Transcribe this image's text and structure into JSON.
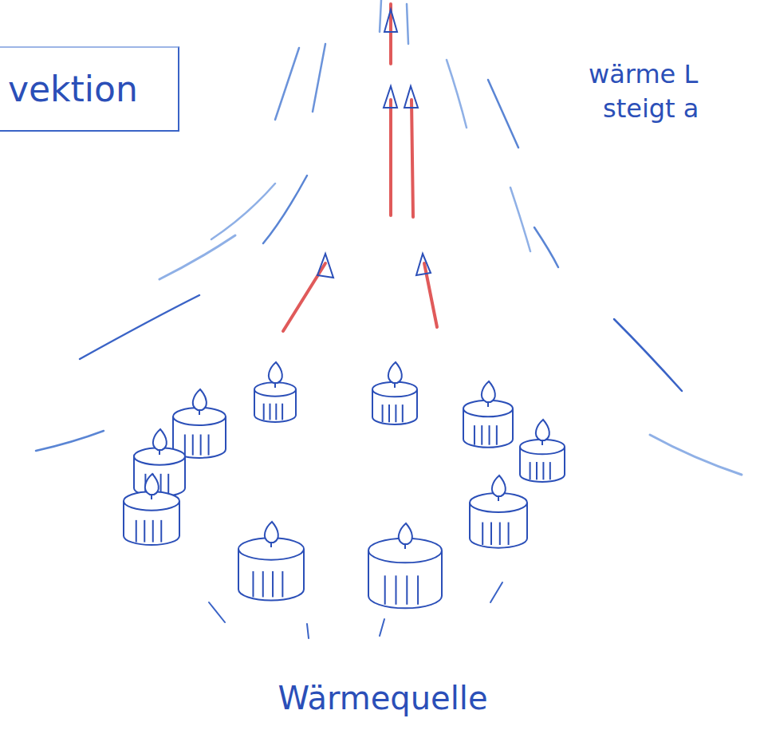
{
  "diagram": {
    "nodes": [
      {
        "text": [
          "vektion"
        ]
      }
    ],
    "labels": [
      "wärme L steigt a",
      "Wärmequelle"
    ]
  }
}
